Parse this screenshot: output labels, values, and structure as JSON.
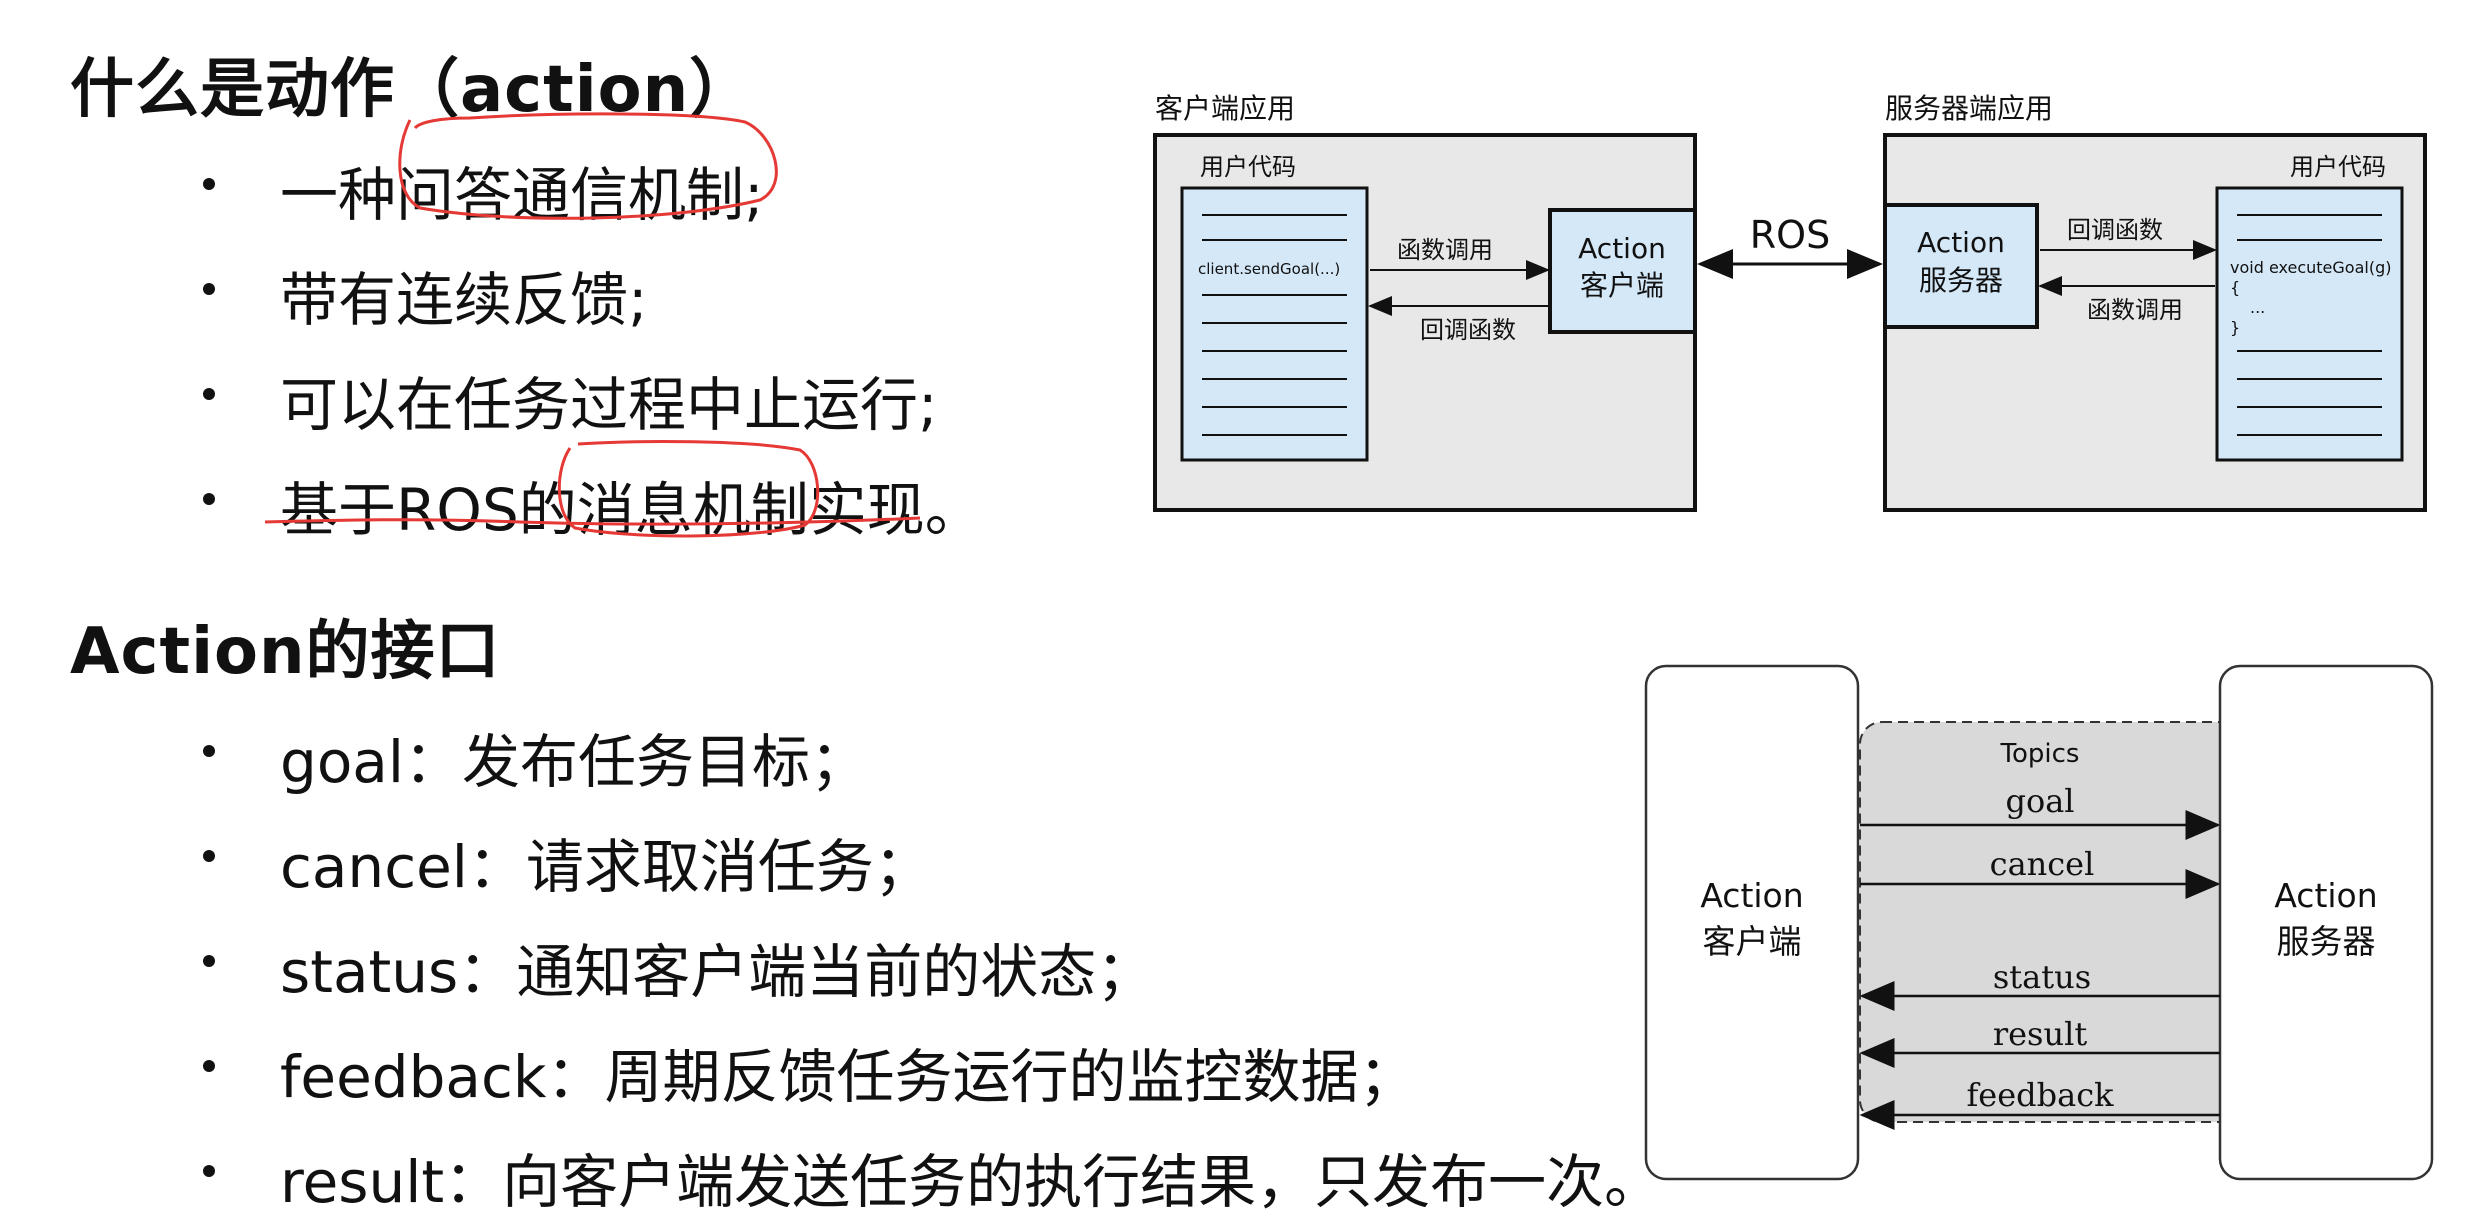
{
  "section1": {
    "title": "什么是动作（action）",
    "bullets": [
      "一种问答通信机制;",
      "带有连续反馈;",
      "可以在任务过程中止运行;",
      "基于ROS的消息机制实现。"
    ]
  },
  "section2": {
    "title": "Action的接口",
    "bullets": [
      "goal：发布任务目标；",
      "cancel：请求取消任务；",
      "status：通知客户端当前的状态；",
      "feedback：周期反馈任务运行的监控数据；",
      "result：向客户端发送任务的执行结果，只发布一次。"
    ]
  },
  "diagram1": {
    "client_app_label": "客户端应用",
    "server_app_label": "服务器端应用",
    "client_user_code_label": "用户代码",
    "server_user_code_label": "用户代码",
    "client_code_text": "client.sendGoal(...)",
    "server_code_line1": "void executeGoal(g)",
    "server_code_line2": "{",
    "server_code_line3": "...",
    "server_code_line4": "}",
    "client_box_line1": "Action",
    "client_box_line2": "客户端",
    "server_box_line1": "Action",
    "server_box_line2": "服务器",
    "ros_label": "ROS",
    "call_label_left": "函数调用",
    "callback_label_left": "回调函数",
    "callback_label_right": "回调函数",
    "call_label_right": "函数调用"
  },
  "diagram2": {
    "client_line1": "Action",
    "client_line2": "客户端",
    "server_line1": "Action",
    "server_line2": "服务器",
    "topics_label": "Topics",
    "topics": [
      {
        "name": "goal",
        "direction": "to-server"
      },
      {
        "name": "cancel",
        "direction": "to-server"
      },
      {
        "name": "status",
        "direction": "to-client"
      },
      {
        "name": "result",
        "direction": "to-client"
      },
      {
        "name": "feedback",
        "direction": "to-client"
      }
    ]
  },
  "colors": {
    "annotation": "#e53935",
    "code_box": "#d5e8f8",
    "app_box": "#e8e8e8",
    "topics_bg": "#d9d9d9"
  }
}
